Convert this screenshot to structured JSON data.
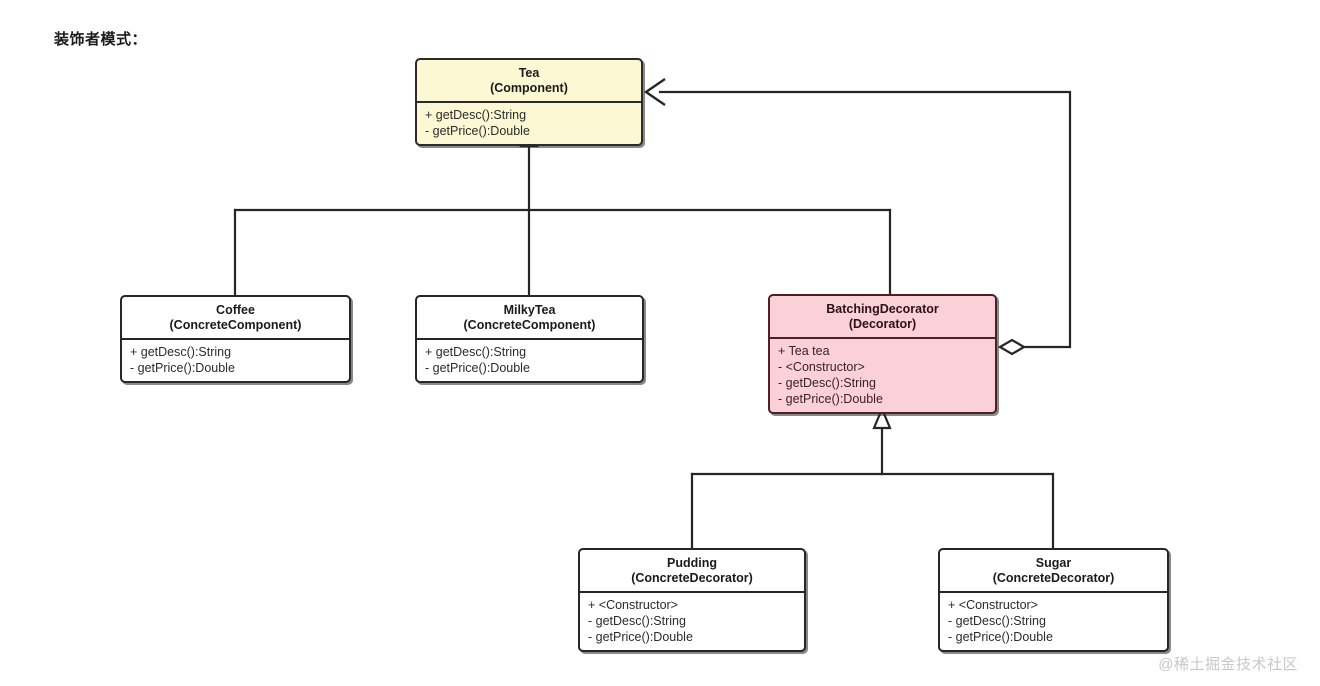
{
  "page": {
    "title": "装饰者模式：",
    "watermark": "@稀土掘金技术社区",
    "background_color": "#ffffff"
  },
  "colors": {
    "component_fill": "#fcf8d3",
    "component_stroke": "#2b2b2b",
    "decorator_fill": "#fbd0d9",
    "decorator_stroke": "#4b2224",
    "concrete_fill": "#ffffff",
    "concrete_stroke": "#262626",
    "line": "#262626",
    "watermark_color": "#c8c8c8"
  },
  "diagram": {
    "type": "uml-class-diagram",
    "classes": [
      {
        "id": "tea",
        "name": "Tea",
        "stereotype": "(Component)",
        "role": "Component",
        "fill": "#fcf8d3",
        "members": [
          "+ getDesc():String",
          "- getPrice():Double"
        ]
      },
      {
        "id": "coffee",
        "name": "Coffee",
        "stereotype": "(ConcreteComponent)",
        "role": "ConcreteComponent",
        "fill": "#ffffff",
        "members": [
          "+ getDesc():String",
          "- getPrice():Double"
        ]
      },
      {
        "id": "milkytea",
        "name": "MilkyTea",
        "stereotype": "(ConcreteComponent)",
        "role": "ConcreteComponent",
        "fill": "#ffffff",
        "members": [
          "+ getDesc():String",
          "- getPrice():Double"
        ]
      },
      {
        "id": "batchingdecorator",
        "name": "BatchingDecorator",
        "stereotype": "(Decorator)",
        "role": "Decorator",
        "fill": "#fbd0d9",
        "members": [
          "+ Tea tea",
          "- <Constructor>",
          "- getDesc():String",
          "- getPrice():Double"
        ]
      },
      {
        "id": "pudding",
        "name": "Pudding",
        "stereotype": "(ConcreteDecorator)",
        "role": "ConcreteDecorator",
        "fill": "#ffffff",
        "members": [
          "+ <Constructor>",
          "- getDesc():String",
          "- getPrice():Double"
        ]
      },
      {
        "id": "sugar",
        "name": "Sugar",
        "stereotype": "(ConcreteDecorator)",
        "role": "ConcreteDecorator",
        "fill": "#ffffff",
        "members": [
          "+ <Constructor>",
          "- getDesc():String",
          "- getPrice():Double"
        ]
      }
    ],
    "relations": [
      {
        "from": "coffee",
        "to": "tea",
        "type": "generalization"
      },
      {
        "from": "milkytea",
        "to": "tea",
        "type": "generalization"
      },
      {
        "from": "batchingdecorator",
        "to": "tea",
        "type": "generalization"
      },
      {
        "from": "pudding",
        "to": "batchingdecorator",
        "type": "generalization"
      },
      {
        "from": "sugar",
        "to": "batchingdecorator",
        "type": "generalization"
      },
      {
        "from": "batchingdecorator",
        "to": "tea",
        "type": "aggregation"
      }
    ]
  }
}
